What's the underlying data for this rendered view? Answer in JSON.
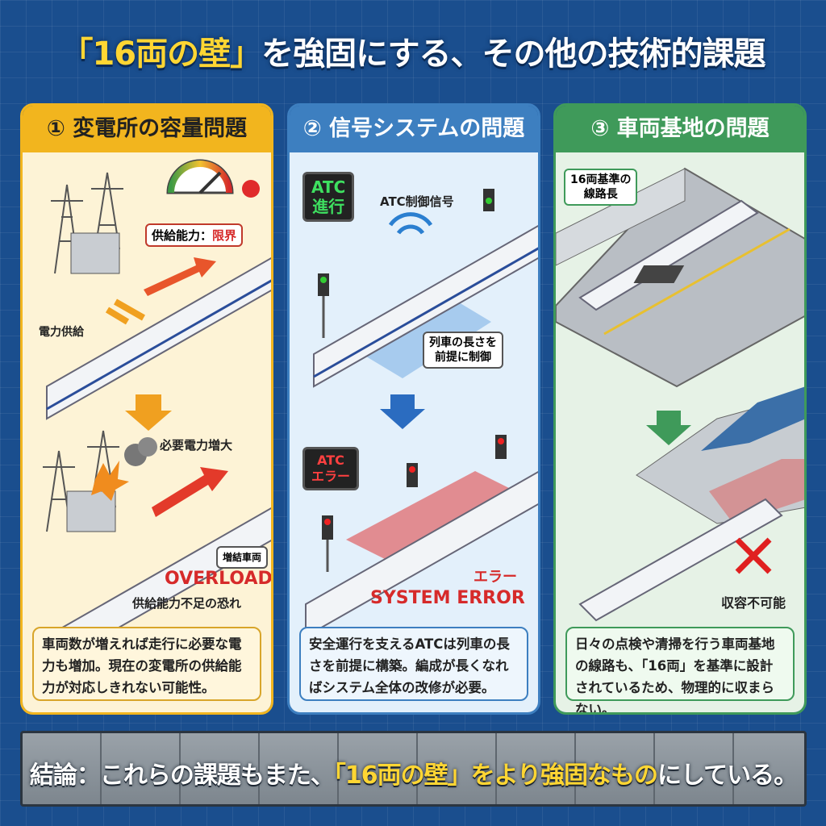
{
  "title": {
    "pre": "「16両の壁」",
    "post": "を強固にする、その他の技術的課題"
  },
  "panels": [
    {
      "header": "① 変電所の容量問題",
      "labels": {
        "gauge": "供給能力：",
        "gauge_limit": "限界",
        "power": "電力供給",
        "demand": "必要電力増大",
        "extra": "増結車両",
        "overload": "OVERLOAD",
        "risk": "供給能力不足の恐れ"
      },
      "desc": "車両数が増えれば走行に必要な電力も増加。現在の変電所の供給能力が対応しきれない可能性。"
    },
    {
      "header": "② 信号システムの問題",
      "labels": {
        "atc_ok_1": "ATC",
        "atc_ok_2": "進行",
        "signal": "ATC制御信号",
        "length_1": "列車の長さを",
        "length_2": "前提に制御",
        "atc_err_1": "ATC",
        "atc_err_2": "エラー",
        "error": "エラー",
        "system_error": "SYSTEM ERROR"
      },
      "desc": "安全運行を支えるATCは列車の長さを前提に構築。編成が長くなればシステム全体の改修が必要。"
    },
    {
      "header": "③ 車両基地の問題",
      "labels": {
        "track_1": "16両基準の",
        "track_2": "線路長",
        "no_fit": "収容不可能"
      },
      "desc": "日々の点検や清掃を行う車両基地の線路も、「16両」を基準に設計されているため、物理的に収まらない。"
    }
  ],
  "conclusion": {
    "pre": "結論：これらの課題もまた、",
    "highlight": "「16両の壁」をより強固なもの",
    "post": "にしている。"
  },
  "colors": {
    "yellow": "#f2b51e",
    "blue": "#3d7fc0",
    "green": "#3f9a5a",
    "red": "#d62a2a",
    "bg": "#1a4e8e"
  }
}
